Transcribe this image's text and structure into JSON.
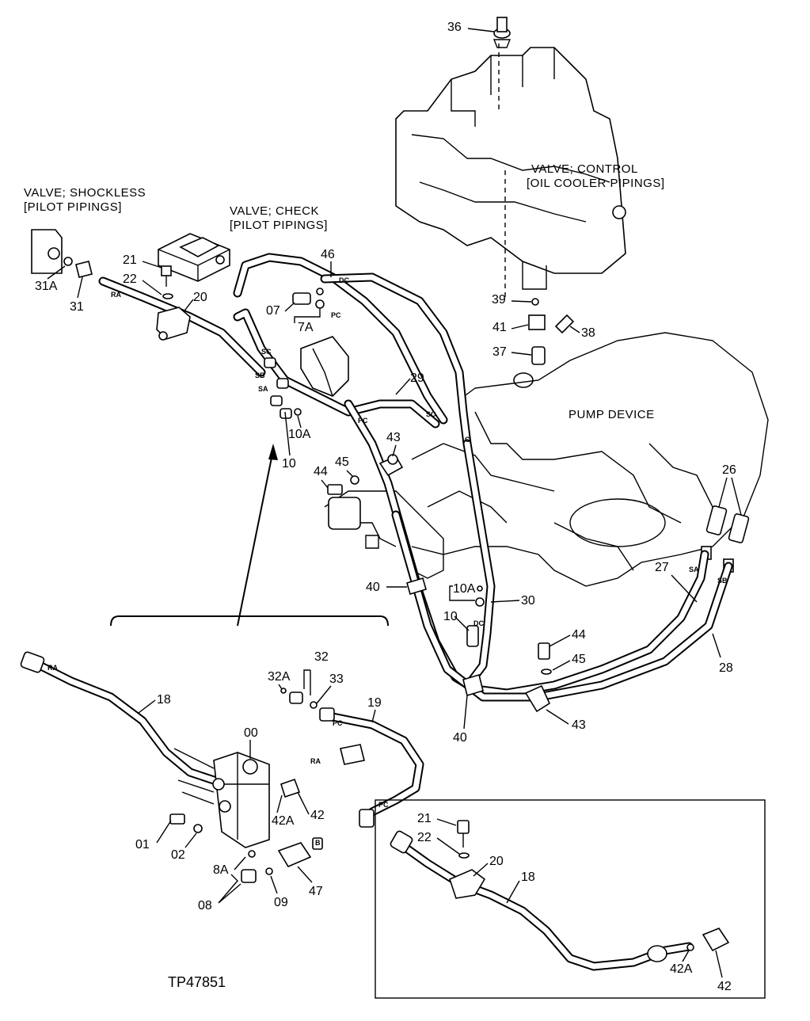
{
  "captions": {
    "shockless_title": "VALVE; SHOCKLESS",
    "shockless_sub": "[PILOT PIPINGS]",
    "check_title": "VALVE; CHECK",
    "check_sub": "[PILOT PIPINGS]",
    "control_title": "VALVE; CONTROL",
    "control_sub": "[OIL COOLER PIPINGS]",
    "pump": "PUMP DEVICE",
    "figure_id": "TP47851"
  },
  "callouts": {
    "c36": "36",
    "c39": "39",
    "c41": "41",
    "c38": "38",
    "c37": "37",
    "c46": "46",
    "c07": "07",
    "c7A": "7A",
    "c21a": "21",
    "c22a": "22",
    "c20a": "20",
    "c31A": "31A",
    "c31": "31",
    "c29": "29",
    "c10Aa": "10A",
    "c10a": "10",
    "c43a": "43",
    "c45a": "45",
    "c44a": "44",
    "c26": "26",
    "c27": "27",
    "c40a": "40",
    "c10Ab": "10A",
    "c10b": "10",
    "c30": "30",
    "c44b": "44",
    "c45b": "45",
    "c28": "28",
    "c40b": "40",
    "c43b": "43",
    "c32": "32",
    "c32A": "32A",
    "c33": "33",
    "c19": "19",
    "c18a": "18",
    "c00": "00",
    "c42a": "42",
    "c42Aa": "42A",
    "c01": "01",
    "c02": "02",
    "c8A": "8A",
    "c08": "08",
    "c09": "09",
    "c47": "47",
    "c21b": "21",
    "c22b": "22",
    "c20b": "20",
    "c18b": "18",
    "c42Ab": "42A",
    "c42b": "42"
  },
  "port_tags": {
    "dc1": "DC",
    "pc1": "PC",
    "sc1": "SC",
    "sb1": "SB",
    "sa1": "SA",
    "pc2": "PC",
    "sc2": "SC",
    "ra1": "RA",
    "c1": "C",
    "dc2": "DC",
    "sa2": "SA",
    "sb2": "SB",
    "ra2": "RA",
    "pc3": "PC",
    "ra3": "RA",
    "b1": "B",
    "pc4": "PC"
  }
}
